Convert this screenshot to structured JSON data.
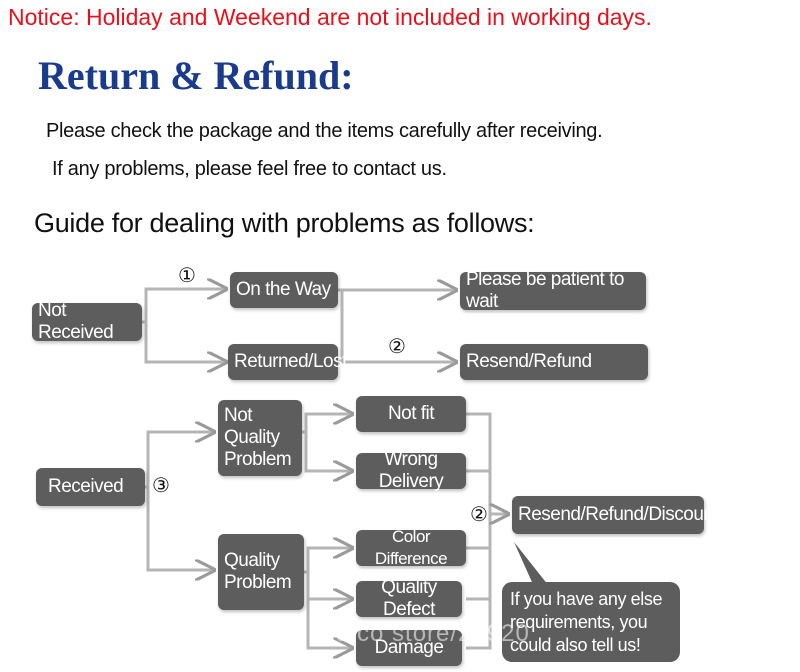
{
  "notice": "Notice: Holiday and Weekend are not included in working days.",
  "title": "Return & Refund:",
  "intro": {
    "line1": "Please check the package and the items carefully after receiving.",
    "line2": "If any problems, please feel free to contact us."
  },
  "guide": "Guide for dealing with problems as follows:",
  "flow": {
    "not_received": "Not Received",
    "on_the_way": "On the Way",
    "returned_lost": "Returned/Lost",
    "patient": "Please be patient to wait",
    "resend_refund": "Resend/Refund",
    "received": "Received",
    "not_quality_problem": "Not Quality Problem",
    "quality_problem": "Quality Problem",
    "not_fit": "Not fit",
    "wrong_delivery": "Wrong Delivery",
    "color_difference": "Color Difference",
    "quality_defect": "Quality Defect",
    "damage": "Damage",
    "resend_refund_discount": "Resend/Refund/Discount",
    "bubble": "If you have any else requirements, you could also tell us!",
    "markers": {
      "one": "①",
      "two_a": "②",
      "two_b": "②",
      "three": "③"
    }
  },
  "watermark": "es.co  store/27920",
  "colors": {
    "notice": "#e8101a",
    "title": "#1a3a8c",
    "box": "#5d5d5d"
  }
}
